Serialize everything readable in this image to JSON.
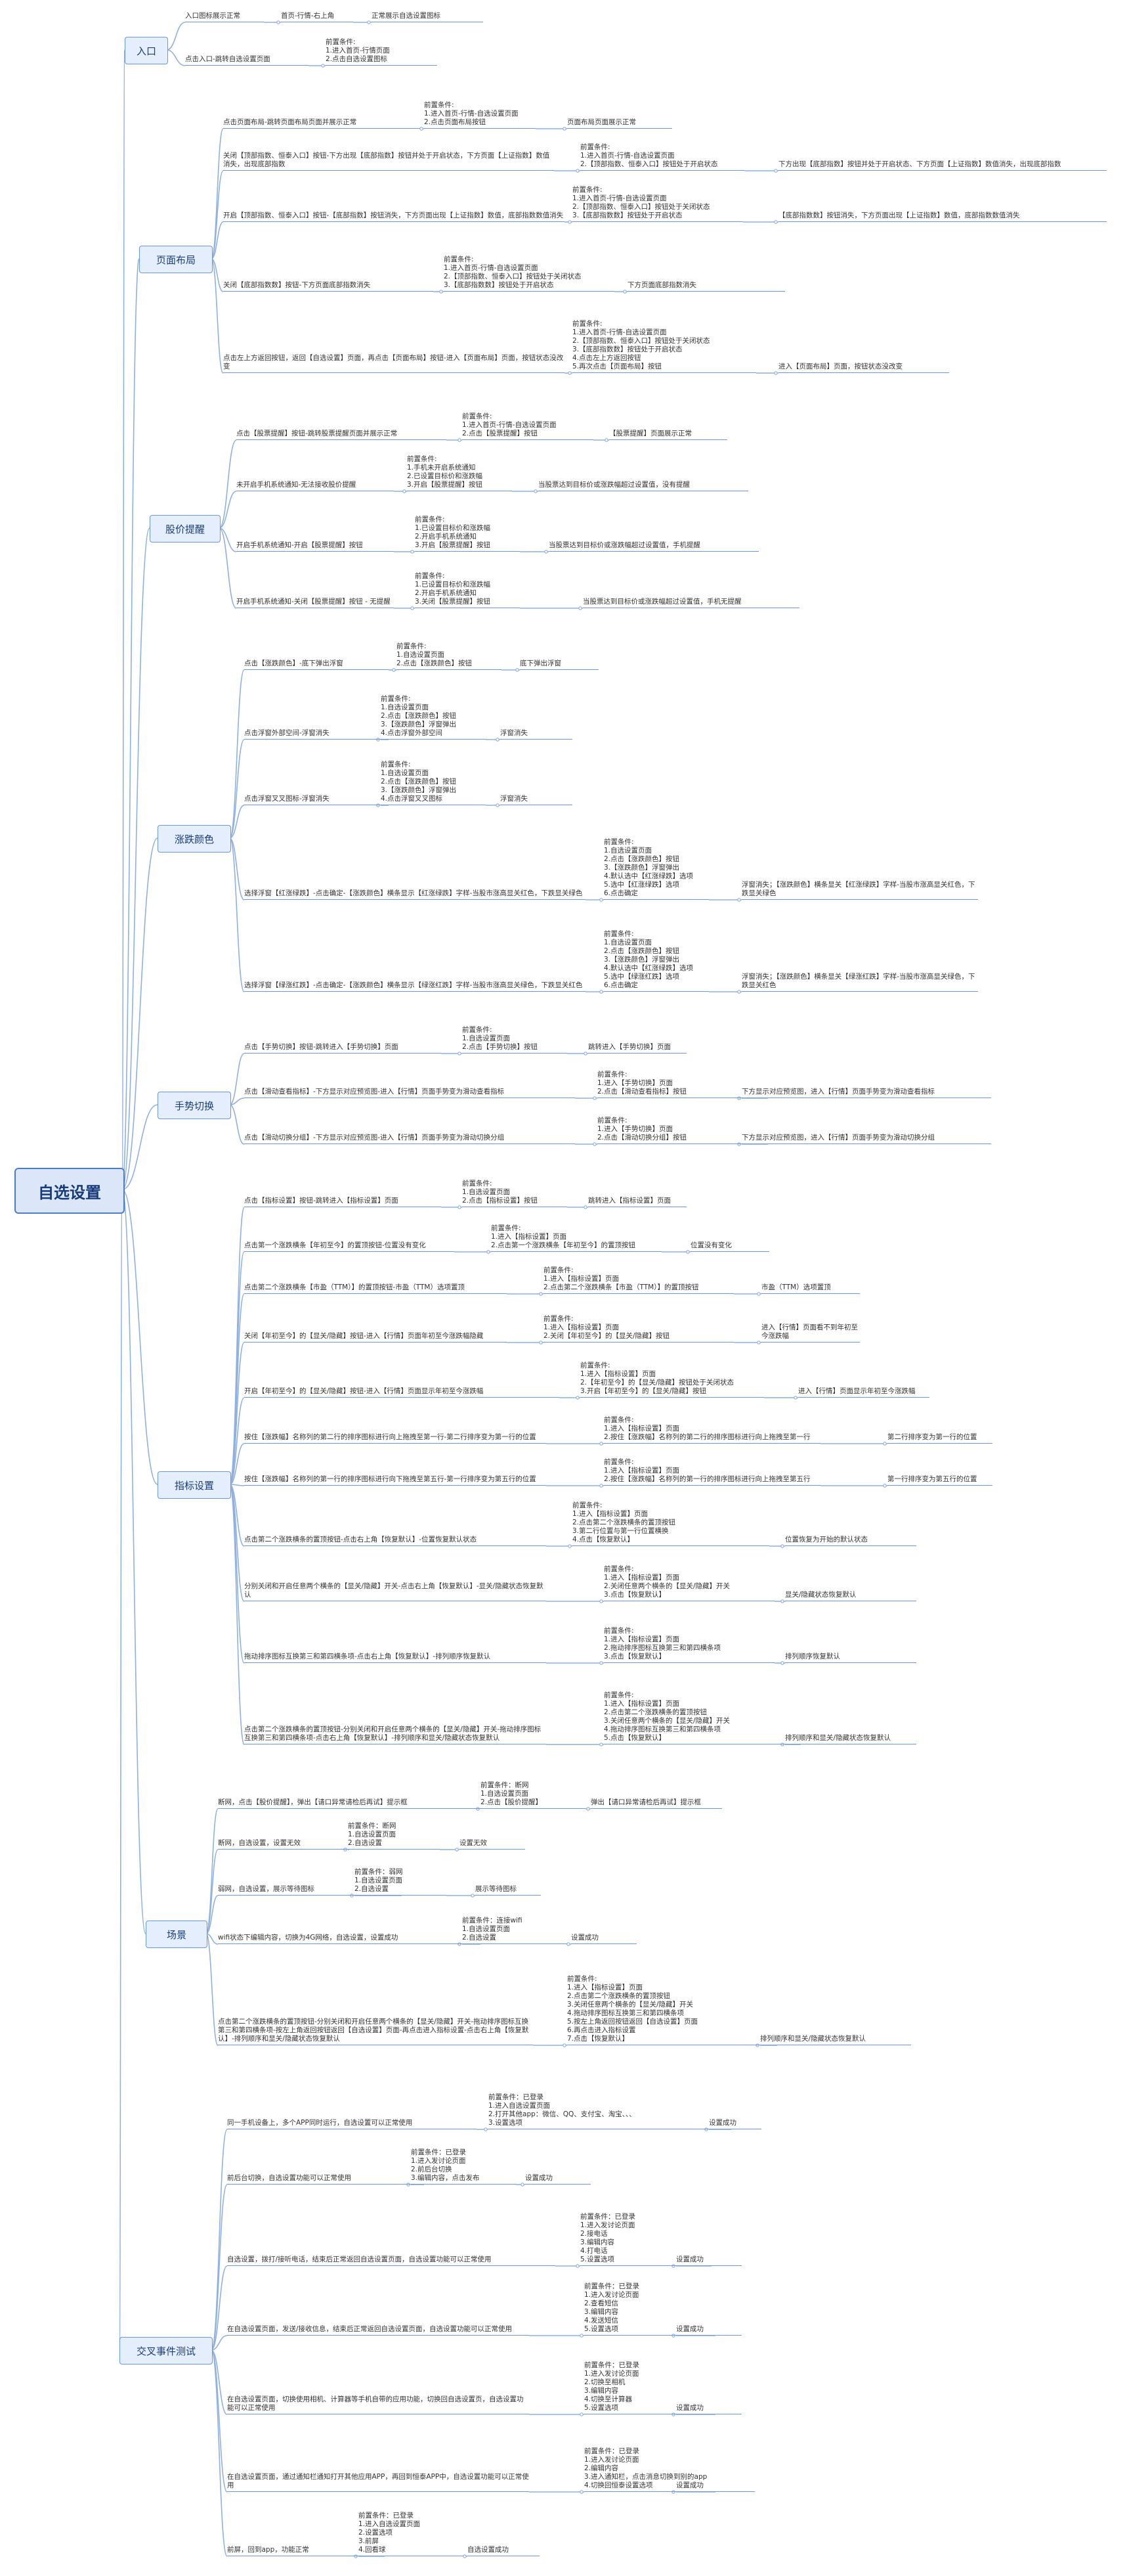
{
  "root": "自选设置",
  "sections": [
    {
      "label": "入口",
      "rows": [
        {
          "t": "入口图标展示正常",
          "c": [
            "首页-行情-右上角",
            "正常展示自选设置图标"
          ]
        },
        {
          "t": "点击入口-跳转自选设置页面",
          "c": [
            "前置条件:\n1.进入首页-行情页面\n2.点击自选设置图标"
          ]
        }
      ]
    },
    {
      "label": "页面布局",
      "rows": [
        {
          "t": "点击页面布局-跳转页面布局页面并展示正常",
          "c": [
            "前置条件:\n1.进入首页-行情-自选设置页面\n2.点击页面布局按钮",
            "页面布局页面展示正常"
          ]
        },
        {
          "t": "关闭【顶部指数、恒泰入口】按钮-下方出现【底部指数】按钮并处于开启状态，下方页面【上证指数】数值消失，出现底部指数",
          "c": [
            "前置条件:\n1.进入首页-行情-自选设置页面\n2.【顶部指数、恒泰入口】按钮处于开启状态",
            "下方出现【底部指数】按钮并处于开启状态、下方页面【上证指数】数值消失，出现底部指数"
          ]
        },
        {
          "t": "开启【顶部指数、恒泰入口】按钮-【底部指数】按钮消失，下方页面出现【上证指数】数值，底部指数数值消失",
          "c": [
            "前置条件:\n1.进入首页-行情-自选设置页面\n2.【顶部指数、恒泰入口】按钮处于关闭状态\n3.【底部指数数】按钮处于开启状态",
            "【底部指数数】按钮消失，下方页面出现【上证指数】数值，底部指数数值消失"
          ]
        },
        {
          "t": "关闭【底部指数数】按钮-下方页面底部指数消失",
          "c": [
            "前置条件:\n1.进入首页-行情-自选设置页面\n2.【顶部指数、恒泰入口】按钮处于关闭状态\n3.【底部指数数】按钮处于开启状态",
            "下方页面底部指数消失"
          ]
        },
        {
          "t": "点击左上方返回按钮，返回【自选设置】页面，再点击【页面布局】按钮-进入【页面布局】页面，按钮状态没改变",
          "c": [
            "前置条件:\n1.进入首页-行情-自选设置页面\n2.【顶部指数、恒泰入口】按钮处于关闭状态\n3.【底部指数数】按钮处于开启状态\n4.点击左上方返回按钮\n5.再次点击【页面布局】按钮",
            "进入【页面布局】页面，按钮状态没改变"
          ]
        }
      ]
    },
    {
      "label": "股价提醒",
      "rows": [
        {
          "t": "点击【股票提醒】按钮-跳转股票提醒页面并展示正常",
          "c": [
            "前置条件:\n1.进入首页-行情-自选设置页面\n2.点击【股票提醒】按钮",
            "【股票提醒】页面展示正常"
          ]
        },
        {
          "t": "未开启手机系统通知-无法接收股价提醒",
          "c": [
            "前置条件:\n1.手机未开启系统通知\n2.已设置目标价和涨跌幅\n3.开启【股票提醒】按钮",
            "当股票达到目标价或涨跌幅超过设置值，没有提醒"
          ]
        },
        {
          "t": "开启手机系统通知-开启【股票提醒】按钮",
          "c": [
            "前置条件:\n1.已设置目标价和涨跌幅\n2.开启手机系统通知\n3.开启【股票提醒】按钮",
            "当股票达到目标价或涨跌幅超过设置值，手机提醒"
          ]
        },
        {
          "t": "开启手机系统通知-关闭【股票提醒】按钮 - 无提醒",
          "c": [
            "前置条件:\n1.已设置目标价和涨跌幅\n2.开启手机系统通知\n3.关闭【股票提醒】按钮",
            "当股票达到目标价或涨跌幅超过设置值，手机无提醒"
          ]
        }
      ]
    },
    {
      "label": "涨跌颜色",
      "rows": [
        {
          "t": "点击【涨跌颜色】-底下弹出浮窗",
          "c": [
            "前置条件:\n1.自选设置页面\n2.点击【涨跌颜色】按钮",
            "底下弹出浮窗"
          ]
        },
        {
          "t": "点击浮窗外部空间-浮窗消失",
          "c": [
            "前置条件:\n1.自选设置页面\n2.点击【涨跌颜色】按钮\n3.【涨跌颜色】浮窗弹出\n4.点击浮窗外部空间",
            "浮窗消失"
          ]
        },
        {
          "t": "点击浮窗叉叉图标-浮窗消失",
          "c": [
            "前置条件:\n1.自选设置页面\n2.点击【涨跌颜色】按钮\n3.【涨跌颜色】浮窗弹出\n4.点击浮窗叉叉图标",
            "浮窗消失"
          ]
        },
        {
          "t": "选择浮窗【红涨绿跌】-点击确定-【涨跌颜色】横条显示【红涨绿跌】字样-当股市涨高显关红色，下跌显关绿色",
          "c": [
            "前置条件:\n1.自选设置页面\n2.点击【涨跌颜色】按钮\n3.【涨跌颜色】浮窗弹出\n4.默认选中【红涨绿跌】选项\n5.选中【红涨绿跌】选项\n6.点击确定",
            "浮窗消失；【涨跌颜色】横条显关【红涨绿跌】字样-当股市涨高显关红色，下跌显关绿色"
          ]
        },
        {
          "t": "选择浮窗【绿涨红跌】-点击确定-【涨跌颜色】横条显示【绿涨红跌】字样-当股市涨高显关绿色，下跌显关红色",
          "c": [
            "前置条件:\n1.自选设置页面\n2.点击【涨跌颜色】按钮\n3.【涨跌颜色】浮窗弹出\n4.默认选中【红涨绿跌】选项\n5.选中【绿涨红跌】选项\n6.点击确定",
            "浮窗消失；【涨跌颜色】横条显关【绿涨红跌】字样-当股市涨高显关绿色，下跌显关红色"
          ]
        }
      ]
    },
    {
      "label": "手势切换",
      "rows": [
        {
          "t": "点击【手势切换】按钮-跳转进入【手势切换】页面",
          "c": [
            "前置条件:\n1.自选设置页面\n2.点击【手势切换】按钮",
            "跳转进入【手势切换】页面"
          ]
        },
        {
          "t": "点击【滑动查看指标】-下方显示对应预览图-进入【行情】页面手势变为滑动查看指标",
          "c": [
            "前置条件:\n1.进入【手势切换】页面\n2.点击【滑动查看指标】按钮",
            "下方显示对应预览图，进入【行情】页面手势变为滑动查看指标"
          ]
        },
        {
          "t": "点击【滑动切换分组】-下方显示对应预览图-进入【行情】页面手势变为滑动切换分组",
          "c": [
            "前置条件:\n1.进入【手势切换】页面\n2.点击【滑动切换分组】按钮",
            "下方显示对应预览图，进入【行情】页面手势变为滑动切换分组"
          ]
        }
      ]
    },
    {
      "label": "指标设置",
      "rows": [
        {
          "t": "点击【指标设置】按钮-跳转进入【指标设置】页面",
          "c": [
            "前置条件:\n1.自选设置页面\n2.点击【指标设置】按钮",
            "跳转进入【指标设置】页面"
          ]
        },
        {
          "t": "点击第一个涨跌横条【年初至今】的置顶按钮-位置没有变化",
          "c": [
            "前置条件:\n1.进入【指标设置】页面\n2.点击第一个涨跌横条【年初至今】的置顶按钮",
            "位置没有变化"
          ]
        },
        {
          "t": "点击第二个涨跌横条【市盈（TTM）】的置顶按钮-市盈（TTM）选项置顶",
          "c": [
            "前置条件:\n1.进入【指标设置】页面\n2.点击第二个涨跌横条【市盈（TTM）】的置顶按钮",
            "市盈（TTM）选项置顶"
          ]
        },
        {
          "t": "关闭【年初至今】的【显关/隐藏】按钮-进入【行情】页面年初至今涨跌幅隐藏",
          "c": [
            "前置条件:\n1.进入【指标设置】页面\n2.关闭【年初至今】的【显关/隐藏】按钮",
            "进入【行情】页面看不到年初至今涨跌幅"
          ]
        },
        {
          "t": "开启【年初至今】的【显关/隐藏】按钮-进入【行情】页面显示年初至今涨跌幅",
          "c": [
            "前置条件:\n1.进入【指标设置】页面\n2.【年初至今】的【显关/隐藏】按钮处于关闭状态\n3.开启【年初至今】的【显关/隐藏】按钮",
            "进入【行情】页面显示年初至今涨跌幅"
          ]
        },
        {
          "t": "按住【涨跌幅】名称列的第二行的排序图标进行向上拖拽至第一行-第二行排序变为第一行的位置",
          "c": [
            "前置条件:\n1.进入【指标设置】页面\n2.按住【涨跌幅】名称列的第二行的排序图标进行向上拖拽至第一行",
            "第二行排序变为第一行的位置"
          ]
        },
        {
          "t": "按住【涨跌幅】名称列的第一行的排序图标进行向下拖拽至第五行-第一行排序变为第五行的位置",
          "c": [
            "前置条件:\n1.进入【指标设置】页面\n2.按住【涨跌幅】名称列的第一行的排序图标进行向上拖拽至第五行",
            "第一行排序变为第五行的位置"
          ]
        },
        {
          "t": "点击第二个涨跌横条的置顶按钮-点击右上角【恢复默认】-位置恢复默认状态",
          "c": [
            "前置条件:\n1.进入【指标设置】页面\n2.点击第二个涨跌横条的置顶按钮\n3.第二行位置与第一行位置横换\n4.点击【恢复默认】",
            "位置恢复为开始的默认状态"
          ]
        },
        {
          "t": "分别关闭和开启任意两个横条的【显关/隐藏】开关-点击右上角【恢复默认】-显关/隐藏状态恢复默认",
          "c": [
            "前置条件:\n1.进入【指标设置】页面\n2.关闭任意两个横条的【显关/隐藏】开关\n3.点击【恢复默认】",
            "显关/隐藏状态恢复默认"
          ]
        },
        {
          "t": "拖动排序图标互换第三和第四横条项-点击右上角【恢复默认】-排列顺序恢复默认",
          "c": [
            "前置条件:\n1.进入【指标设置】页面\n2.拖动排序图标互换第三和第四横条项\n3.点击【恢复默认】",
            "排列顺序恢复默认"
          ]
        },
        {
          "t": "点击第二个涨跌横条的置顶按钮-分别关闭和开启任意两个横条的【显关/隐藏】开关-拖动排序图标互换第三和第四横条项-点击右上角【恢复默认】-排列顺序和显关/隐藏状态恢复默认",
          "c": [
            "前置条件:\n1.进入【指标设置】页面\n2.点击第二个涨跌横条的置顶按钮\n3.关闭任意两个横条的【显关/隐藏】开关\n4.拖动排序图标互换第三和第四横条项\n5.点击【恢复默认】",
            "排列顺序和显关/隐藏状态恢复默认"
          ]
        }
      ]
    },
    {
      "label": "场景",
      "rows": [
        {
          "t": "断网，点击【股价提醒】，弹出【请口异常请检后再试】提示框",
          "c": [
            "前置条件：断网\n1.自选设置页面\n2.点击【股价提醒】",
            "弹出【请口异常请检后再试】提示框"
          ]
        },
        {
          "t": "断网，自选设置，设置无效",
          "c": [
            "前置条件：断网\n1.自选设置页面\n2.自选设置",
            "设置无效"
          ]
        },
        {
          "t": "弱网，自选设置，展示等待图标",
          "c": [
            "前置条件：弱网\n1.自选设置页面\n2.自选设置",
            "展示等待图标"
          ]
        },
        {
          "t": "wifi状态下编辑内容，切换为4G网络，自选设置，设置成功",
          "c": [
            "前置条件：连接wifi\n1.自选设置页面\n2.自选设置",
            "设置成功"
          ]
        },
        {
          "t": "点击第二个涨跌横条的置顶按钮-分别关闭和开启任意两个横条的【显关/隐藏】开关-拖动排序图标互换第三和第四横条项-按左上角返回按钮返回【自选设置】页面-再点击进入指标设置-点击右上角【恢复默认】-排列顺序和显关/隐藏状态恢复默认",
          "c": [
            "前置条件:\n1.进入【指标设置】页面\n2.点击第二个涨跌横条的置顶按钮\n3.关闭任意两个横条的【显关/隐藏】开关\n4.拖动排序图标互换第三和第四横条项\n5.按左上角返回按钮返回【自选设置】页面\n6.再点击进入指标设置\n7.点击【恢复默认】",
            "排列顺序和显关/隐藏状态恢复默认"
          ]
        }
      ]
    },
    {
      "label": "交叉事件测试",
      "rows": [
        {
          "t": "同一手机设备上，多个APP同时运行，自选设置可以正常使用",
          "c": [
            "前置条件：已登录\n1.进入自选设置页面\n2.打开其他app：微信、QQ、支付宝、淘宝、、、\n3.设置选项",
            "设置成功"
          ]
        },
        {
          "t": "前后台切换，自选设置功能可以正常使用",
          "c": [
            "前置条件：已登录\n1.进入发讨论页面\n2.前后台切换\n3.编辑内容，点击发布",
            "设置成功"
          ]
        },
        {
          "t": "自选设置，拨打/接听电话，结束后正常返回自选设置页面，自选设置功能可以正常使用",
          "c": [
            "前置条件：已登录\n1.进入发讨论页面\n2.接电话\n3.编辑内容\n4.打电话\n5.设置选项",
            "设置成功"
          ]
        },
        {
          "t": "在自选设置页面，发送/接收信息，结束后正常返回自选设置页面，自选设置功能可以正常使用",
          "c": [
            "前置条件：已登录\n1.进入发讨论页面\n2.查看短信\n3.编辑内容\n4.发送短信\n5.设置选项",
            "设置成功"
          ]
        },
        {
          "t": "在自选设置页面，切换使用相机、计算器等手机自带的应用功能，切换回自选设置页，自选设置功能可以正常使用",
          "c": [
            "前置条件：已登录\n1.进入发讨论页面\n2.切换至相机\n3.编辑内容\n4.切换至计算器\n5.设置选项",
            "设置成功"
          ]
        },
        {
          "t": "在自选设置页面，通过通知栏通知打开其他应用APP，再回到恒泰APP中，自选设置功能可以正常使用",
          "c": [
            "前置条件：已登录\n1.进入发讨论页面\n2.编辑内容\n3.进入通知栏，点击消息切换到别的app\n4.切换回恒泰设置选项",
            "设置成功"
          ]
        },
        {
          "t": "前屏，回到app，功能正常",
          "c": [
            "前置条件：已登录\n1.进入自选设置页面\n2.设置选项\n3.前屏\n4.回看球",
            "自选设置成功"
          ]
        }
      ]
    }
  ]
}
